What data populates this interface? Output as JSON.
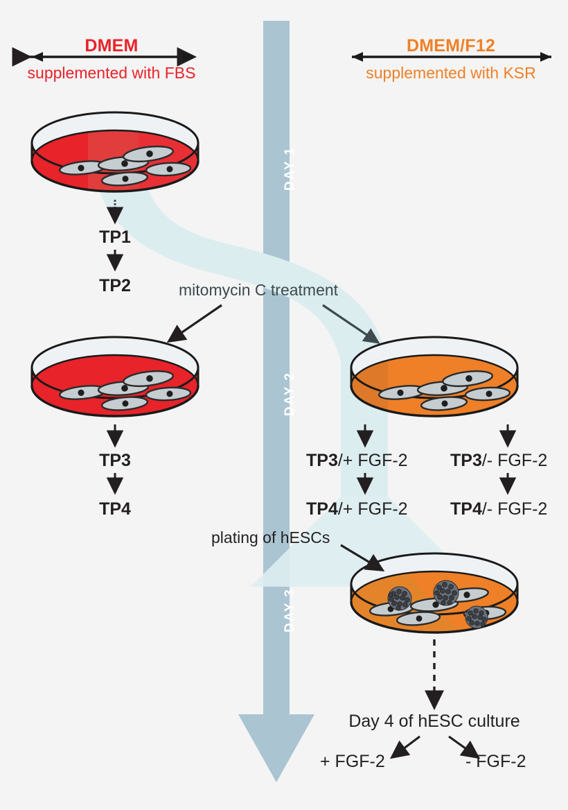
{
  "headers": {
    "left": {
      "title": "DMEM",
      "subtitle": "supplemented with FBS",
      "color": "#e8232a"
    },
    "right": {
      "title": "DMEM/F12",
      "subtitle": "supplemented with KSR",
      "color": "#ef8027"
    }
  },
  "timeline": {
    "color": "#aac4d2",
    "days": [
      {
        "label": "DAY 1"
      },
      {
        "label": "DAY 2"
      },
      {
        "label": "DAY 3"
      }
    ]
  },
  "ribbon": {
    "color": "#dcedf0",
    "name": "mitomycin-C flow ribbon"
  },
  "passages": {
    "left_top": [
      "TP1",
      "TP2"
    ],
    "left_bottom": [
      "TP3",
      "TP4"
    ],
    "right_plus": [
      {
        "tp": "TP3",
        "cond": "/+ FGF-2"
      },
      {
        "tp": "TP4",
        "cond": "/+ FGF-2"
      }
    ],
    "right_minus": [
      {
        "tp": "TP3",
        "cond": "/- FGF-2"
      },
      {
        "tp": "TP4",
        "cond": "/- FGF-2"
      }
    ]
  },
  "notes": {
    "mitomycin": "mitomycin C treatment",
    "plating": "plating of hESCs"
  },
  "outcome": {
    "title": "Day 4 of hESC culture",
    "branches": [
      "+ FGF-2",
      "- FGF-2"
    ]
  },
  "dishes": [
    {
      "id": "dish-dmem-day1",
      "medium": "red",
      "medium_color": "#e8232a",
      "cells": 5,
      "colonies": 0
    },
    {
      "id": "dish-dmem-day2",
      "medium": "red",
      "medium_color": "#e8232a",
      "cells": 5,
      "colonies": 0
    },
    {
      "id": "dish-dmemf12-day2",
      "medium": "orange",
      "medium_color": "#ef8027",
      "cells": 5,
      "colonies": 0
    },
    {
      "id": "dish-dmemf12-day3",
      "medium": "orange",
      "medium_color": "#ef8027",
      "cells": 4,
      "colonies": 3
    }
  ]
}
